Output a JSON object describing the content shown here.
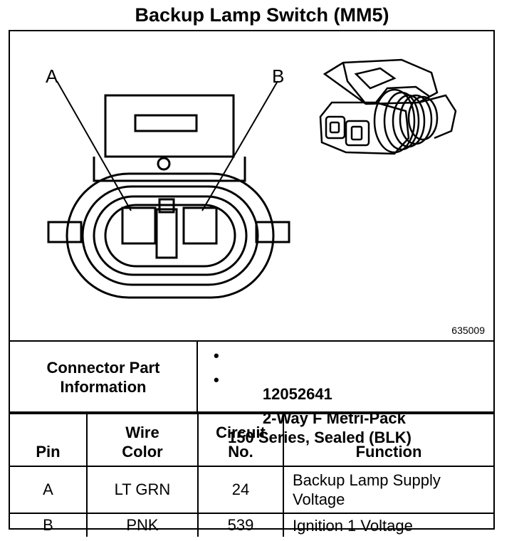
{
  "title": "Backup Lamp Switch (MM5)",
  "diagram": {
    "pin_labels": [
      "A",
      "B"
    ],
    "figure_number": "635009"
  },
  "connector_info": {
    "label": "Connector Part\nInformation",
    "items": [
      "12052641",
      "2-Way F Metri-Pack\n150 Series, Sealed (BLK)"
    ]
  },
  "pin_table": {
    "headers": {
      "pin": "Pin",
      "wire_color": "Wire\nColor",
      "circuit_no": "Circuit\nNo.",
      "function": "Function"
    },
    "rows": [
      {
        "pin": "A",
        "wire_color": "LT GRN",
        "circuit_no": "24",
        "function": "Backup Lamp Supply\nVoltage"
      },
      {
        "pin": "B",
        "wire_color": "PNK",
        "circuit_no": "539",
        "function": "Ignition 1 Voltage"
      }
    ]
  }
}
